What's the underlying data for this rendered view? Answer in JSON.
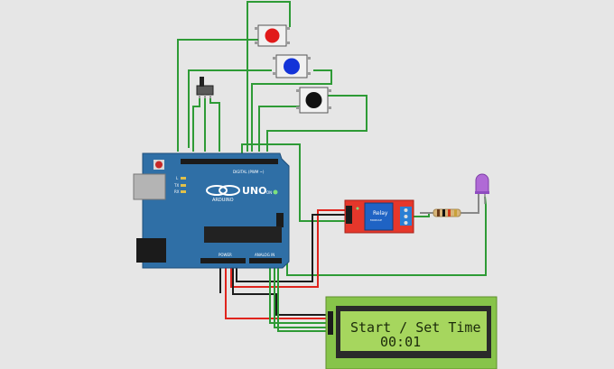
{
  "colors": {
    "canvas_bg": "#e6e6e6",
    "wire_green": "#2e9b36",
    "wire_red": "#e0241d",
    "wire_black": "#1c1c1c",
    "arduino_blue": "#2f6fa6",
    "relay_red": "#e5372b",
    "lcd_green": "#87c44a",
    "led_purple": "#b06ad6"
  },
  "components": {
    "buttons": [
      {
        "cap_color": "#e11a1a"
      },
      {
        "cap_color": "#1333d8"
      },
      {
        "cap_color": "#111111"
      }
    ],
    "arduino": {
      "model": "UNO",
      "brand": "ARDUINO",
      "digital_label": "DIGITAL (PWM ~)",
      "power_label": "POWER",
      "analog_label": "ANALOG IN",
      "on_label": "ON",
      "tx_label": "TX",
      "rx_label": "RX",
      "l_label": "L"
    },
    "relay": {
      "label": "Relay",
      "sublabel": "MODULE"
    },
    "lcd": {
      "line1": "Start / Set Time",
      "line2": "00:01"
    },
    "led": {
      "color": "#b06ad6"
    },
    "resistor": {
      "bands": [
        "#6b3a1a",
        "#111111",
        "#d23a1a",
        "#c8a13a"
      ]
    }
  }
}
